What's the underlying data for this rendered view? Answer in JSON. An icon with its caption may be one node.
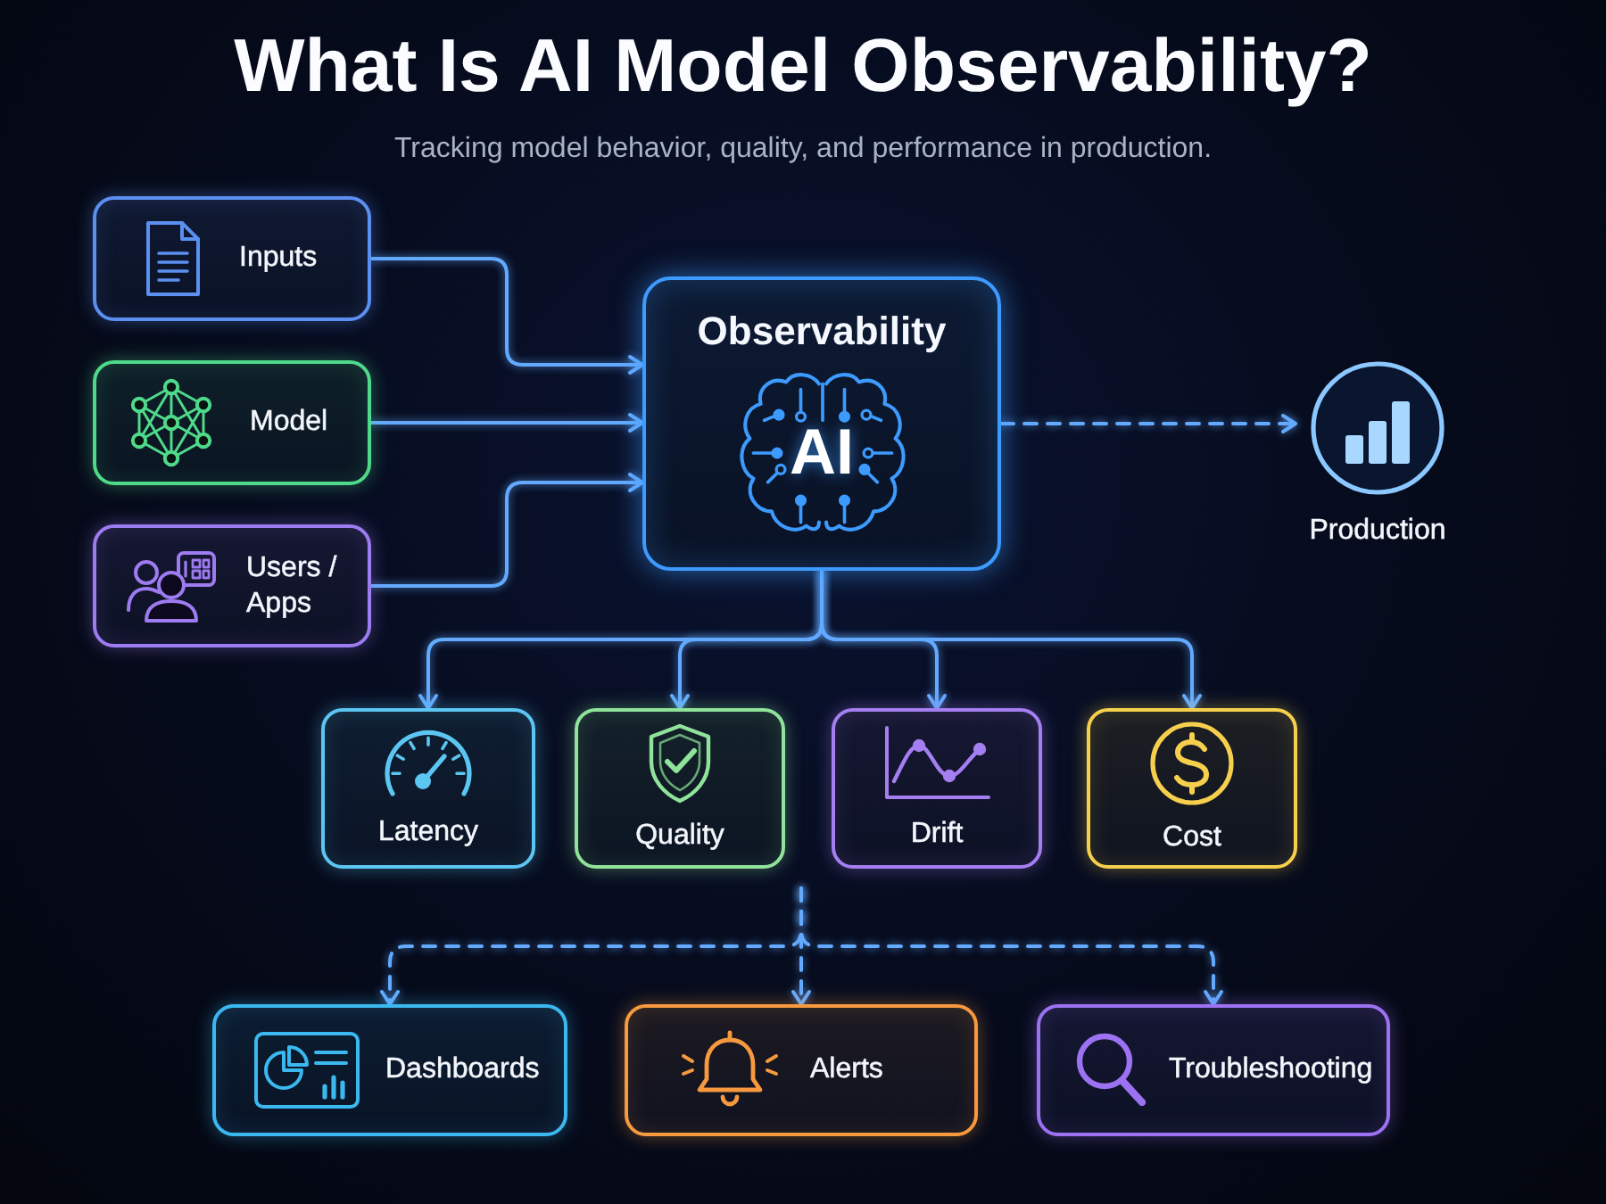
{
  "diagram": {
    "title": "What Is AI Model Observability?",
    "caption": "Tracking model behavior, quality, and performance in production.",
    "nodes": [
      {
        "text": [
          "Inputs"
        ]
      },
      {
        "text": [
          "Model"
        ]
      },
      {
        "text": [
          "Users / Apps"
        ]
      },
      {
        "text": [
          "Observability",
          "AI"
        ]
      },
      {
        "text": [
          "Production"
        ]
      },
      {
        "text": [
          "Latency"
        ]
      },
      {
        "text": [
          "Quality"
        ]
      },
      {
        "text": [
          "Drift"
        ]
      },
      {
        "text": [
          "Cost"
        ]
      },
      {
        "text": [
          "Dashboards"
        ]
      },
      {
        "text": [
          "Alerts"
        ]
      },
      {
        "text": [
          "Troubleshooting"
        ]
      }
    ],
    "edges": [
      {
        "from": 0,
        "to": 3,
        "arrow": "to"
      },
      {
        "from": 1,
        "to": 3,
        "arrow": "to"
      },
      {
        "from": 2,
        "to": 3,
        "arrow": "to"
      },
      {
        "from": 3,
        "to": 4,
        "arrow": "to",
        "style": "dashed"
      },
      {
        "from": 3,
        "to": 5,
        "arrow": "to"
      },
      {
        "from": 3,
        "to": 6,
        "arrow": "to"
      },
      {
        "from": 3,
        "to": 7,
        "arrow": "to"
      },
      {
        "from": 3,
        "to": 8,
        "arrow": "to"
      },
      {
        "from": null,
        "to": 9,
        "arrow": "to",
        "style": "dashed"
      },
      {
        "from": null,
        "to": 10,
        "arrow": "to",
        "style": "dashed"
      },
      {
        "from": null,
        "to": 11,
        "arrow": "to",
        "style": "dashed"
      }
    ]
  }
}
